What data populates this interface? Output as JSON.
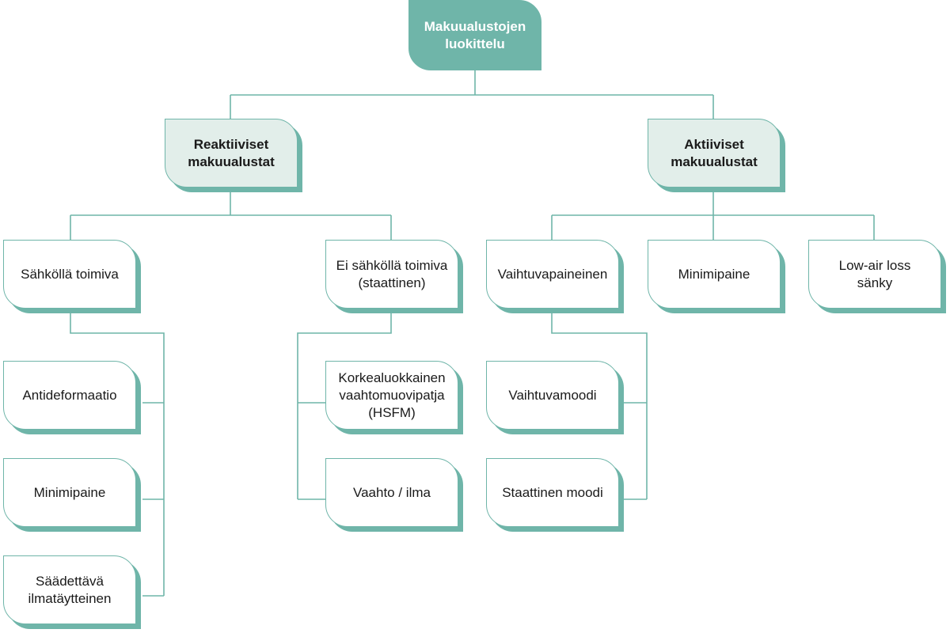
{
  "colors": {
    "accent": "#6fb5a9",
    "light_fill": "#e2eeea",
    "line": "#6fb5a9"
  },
  "diagram": {
    "root": "Makuualustojen\nluokittelu",
    "reactive": "Reaktiiviset\nmakuualustat",
    "active": "Aktiiviset\nmakuualustat",
    "electric": "Sähköllä toimiva",
    "non_electric": "Ei sähköllä toimiva\n(staattinen)",
    "alternating": "Vaihtuvapaineinen",
    "active_minimum_pressure": "Minimipaine",
    "low_air_loss": "Low-air loss\nsänky",
    "antideformation": "Antideformaatio",
    "electric_minimum_pressure": "Minimipaine",
    "adjustable_air": "Säädettävä\nilmatäytteinen",
    "hsfm": "Korkealuokkainen\nvaahtomuovipatja\n(HSFM)",
    "foam_air": "Vaahto / ilma",
    "alternating_mode": "Vaihtuvamoodi",
    "static_mode": "Staattinen moodi"
  }
}
